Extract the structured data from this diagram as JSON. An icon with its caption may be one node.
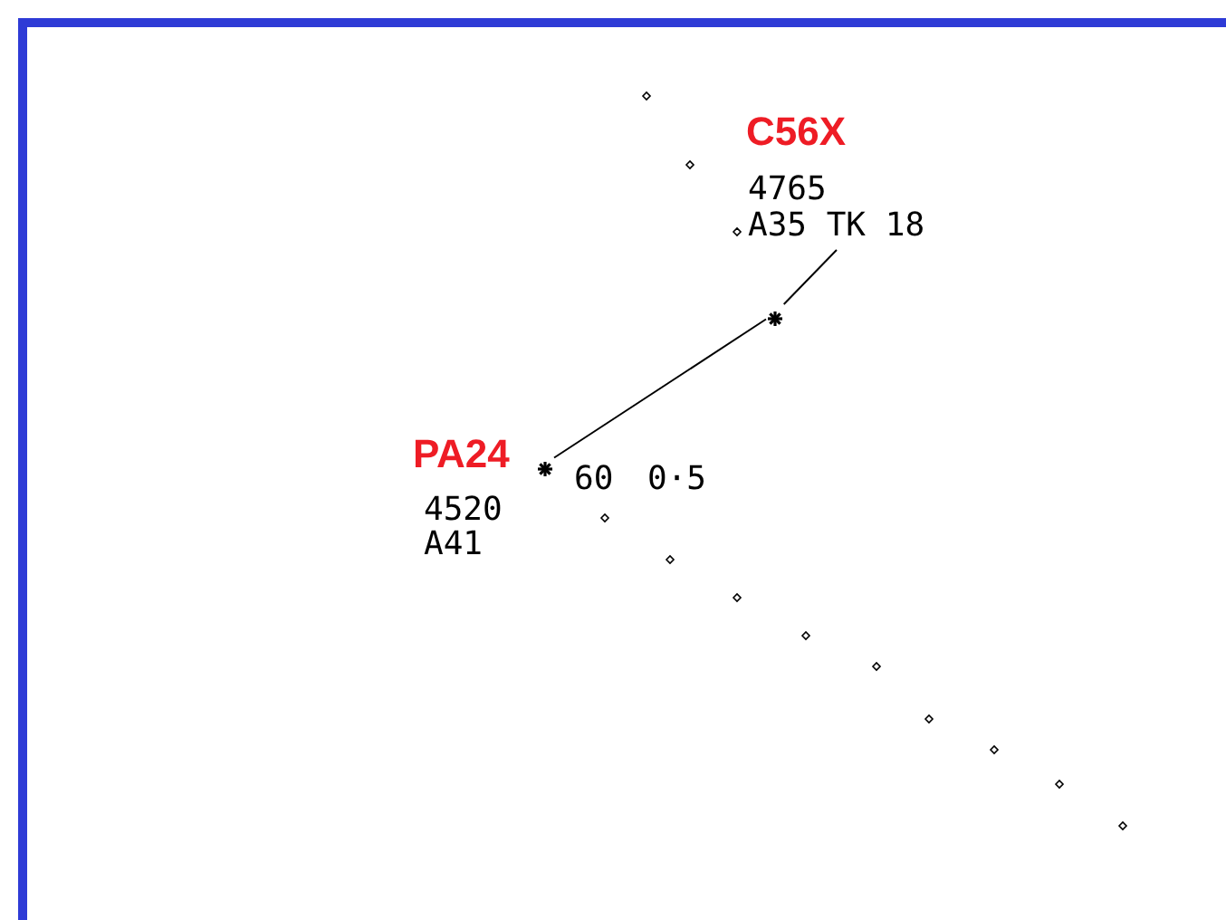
{
  "diagram": {
    "nodes": [
      {
        "text": [
          "C56X",
          "4765",
          "A35 TK 18"
        ]
      },
      {
        "text": [],
        "shape": "star"
      },
      {
        "text": [],
        "shape": "star",
        "beside": [
          "PA24",
          "4520",
          "A41"
        ]
      }
    ],
    "edges": [
      {
        "from": 0,
        "to": 1,
        "arrow": "none"
      },
      {
        "from": 2,
        "to": 1,
        "arrow": "none",
        "label": "60 0·5"
      }
    ]
  }
}
